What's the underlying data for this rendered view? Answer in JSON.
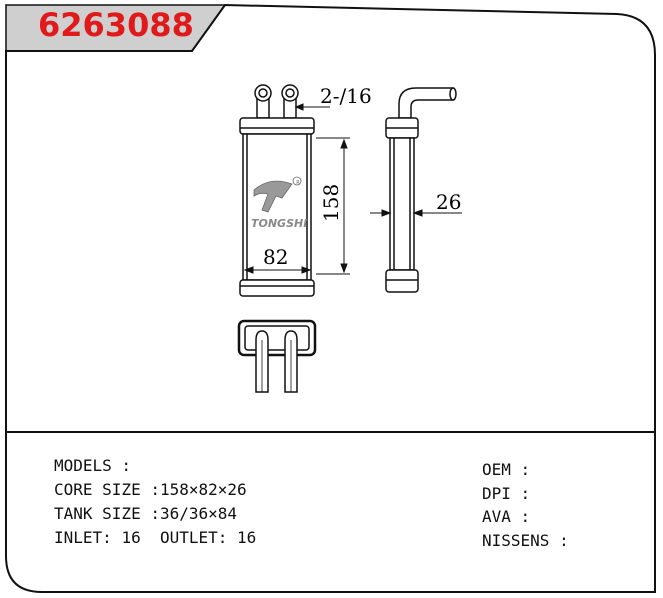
{
  "part_number": "6263088",
  "drawing": {
    "inlet_label": "2-∕16",
    "height_label": "158",
    "width_label": "82",
    "depth_label": "26",
    "logo_text": "TONGSHI",
    "logo_mark": "registered-mark"
  },
  "specs_left": [
    {
      "label": "MODELS",
      "sep": " :",
      "value": ""
    },
    {
      "label": "CORE SIZE",
      "sep": " :",
      "value": "158×82×26"
    },
    {
      "label": "TANK SIZE",
      "sep": " :",
      "value": "36/36×84"
    },
    {
      "label": "INLET:",
      "sep": " ",
      "value": "16  OUTLET: 16"
    }
  ],
  "specs_right": [
    {
      "label": "OEM",
      "sep": " :",
      "value": ""
    },
    {
      "label": "DPI",
      "sep": " :",
      "value": ""
    },
    {
      "label": "AVA",
      "sep": " :",
      "value": ""
    },
    {
      "label": "NISSENS",
      "sep": " :",
      "value": ""
    }
  ],
  "colors": {
    "title": "#e01a1a",
    "line": "#111111",
    "grey": "#cccccc"
  }
}
